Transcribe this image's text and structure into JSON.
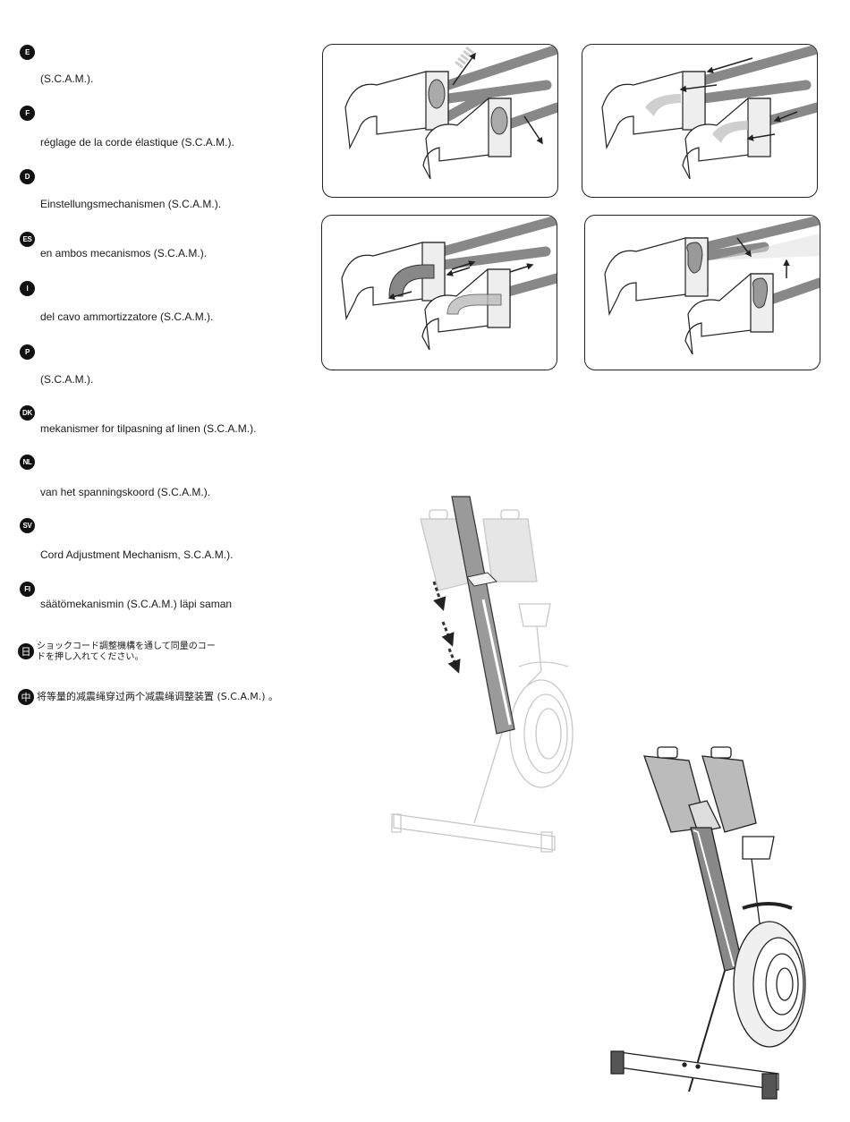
{
  "instructions": [
    {
      "code": "E",
      "text": "(S.C.A.M.)."
    },
    {
      "code": "F",
      "text": "réglage de la corde élastique (S.C.A.M.)."
    },
    {
      "code": "D",
      "text": "Einstellungsmechanismen (S.C.A.M.)."
    },
    {
      "code": "ES",
      "text": "en ambos mecanismos (S.C.A.M.)."
    },
    {
      "code": "I",
      "text": "del cavo ammortizzatore (S.C.A.M.)."
    },
    {
      "code": "P",
      "text": "(S.C.A.M.)."
    },
    {
      "code": "DK",
      "text": "mekanismer for tilpasning af linen (S.C.A.M.)."
    },
    {
      "code": "NL",
      "text": "van het spanningskoord (S.C.A.M.)."
    },
    {
      "code": "SV",
      "text": "Cord Adjustment Mechanism, S.C.A.M.)."
    },
    {
      "code": "FI",
      "text": "säätömekanismin (S.C.A.M.) läpi saman"
    }
  ],
  "japanese": {
    "code": "日",
    "line1": "ショックコード調整機構を通して同量のコー",
    "line2": "ドを押し入れてください。"
  },
  "chinese": {
    "code": "中",
    "text": "将等量的减震绳穿过两个减震绳调整装置 (S.C.A.M.) 。"
  },
  "icons": {
    "arrow": "arrow-icon",
    "machine": "rowing-machine-illustration"
  }
}
